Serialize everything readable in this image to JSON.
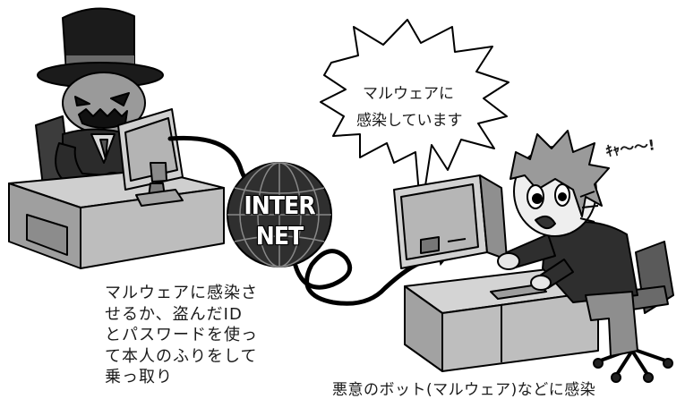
{
  "scene": {
    "bubble": {
      "line1": "マルウェアに",
      "line2": "感染しています"
    },
    "globe": {
      "line1": "INTER",
      "line2": "NET"
    },
    "sound_effect": "ｷｬ〜〜!",
    "caption_left": [
      "マルウェアに感染さ",
      "せるか、盗んだID",
      "とパスワードを使っ",
      "て本人のふりをして",
      "乗っ取り"
    ],
    "caption_bottom": "悪意のボット(マルウェア)などに感染"
  }
}
